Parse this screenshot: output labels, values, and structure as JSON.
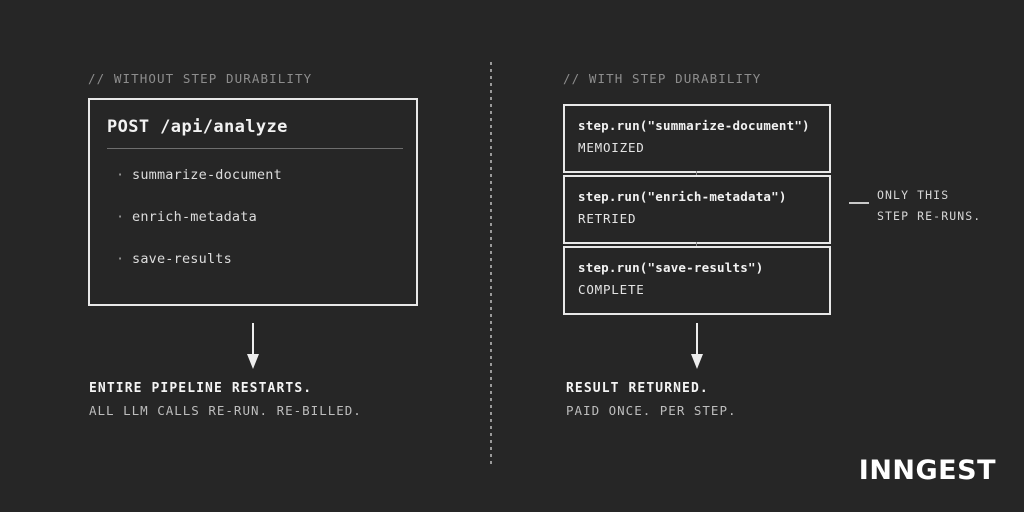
{
  "theme": {
    "background": "#262626",
    "border": "#e8e8e8",
    "text_primary": "#f2f2f2",
    "text_secondary": "#bdbdbd",
    "comment": "#8d8d8d",
    "rule": "#6e6e6e"
  },
  "left_panel": {
    "comment": "// WITHOUT STEP DURABILITY",
    "box": {
      "title": "POST /api/analyze",
      "items": [
        {
          "bullet": "·",
          "label": "summarize-document"
        },
        {
          "bullet": "·",
          "label": "enrich-metadata"
        },
        {
          "bullet": "·",
          "label": "save-results"
        }
      ]
    },
    "caption": {
      "primary": "ENTIRE PIPELINE RESTARTS.",
      "secondary": "ALL LLM CALLS RE-RUN. RE-BILLED."
    }
  },
  "right_panel": {
    "comment": "// WITH STEP DURABILITY",
    "steps": [
      {
        "call": "step.run(\"summarize-document\")",
        "status": "MEMOIZED"
      },
      {
        "call": "step.run(\"enrich-metadata\")",
        "status": "RETRIED"
      },
      {
        "call": "step.run(\"save-results\")",
        "status": "COMPLETE"
      }
    ],
    "callout": {
      "line1": "ONLY THIS",
      "line2": "STEP RE-RUNS."
    },
    "caption": {
      "primary": "RESULT RETURNED.",
      "secondary": "PAID ONCE. PER STEP."
    }
  },
  "logo": {
    "text": "INNGEST"
  }
}
